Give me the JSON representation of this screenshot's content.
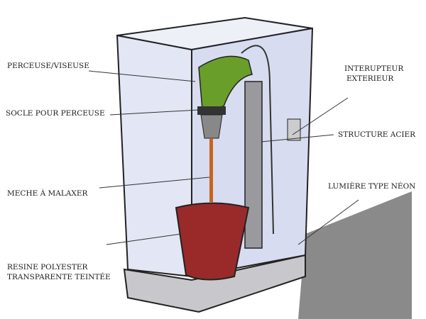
{
  "labels": {
    "drill": "PERCEUSE/VISEUSE",
    "drill_mount": "SOCLE POUR PERCEUSE",
    "mixer_bit": "MECHE À MALAXER",
    "resin_line1": "RESINE POLYESTER",
    "resin_line2": "TRANSPARENTE TEINTÉE",
    "switch_line1": "INTERUPTEUR",
    "switch_line2": "EXTERIEUR",
    "steel_structure": "STRUCTURE ACIER",
    "neon_light": "LUMIÈRE TYPE NÉON"
  },
  "colors": {
    "drill": "#6a9e2a",
    "resin": "#9a2a2a",
    "bit": "#c8641e",
    "shadow": "#8a8a8a",
    "glass": "#dfe3f4"
  }
}
